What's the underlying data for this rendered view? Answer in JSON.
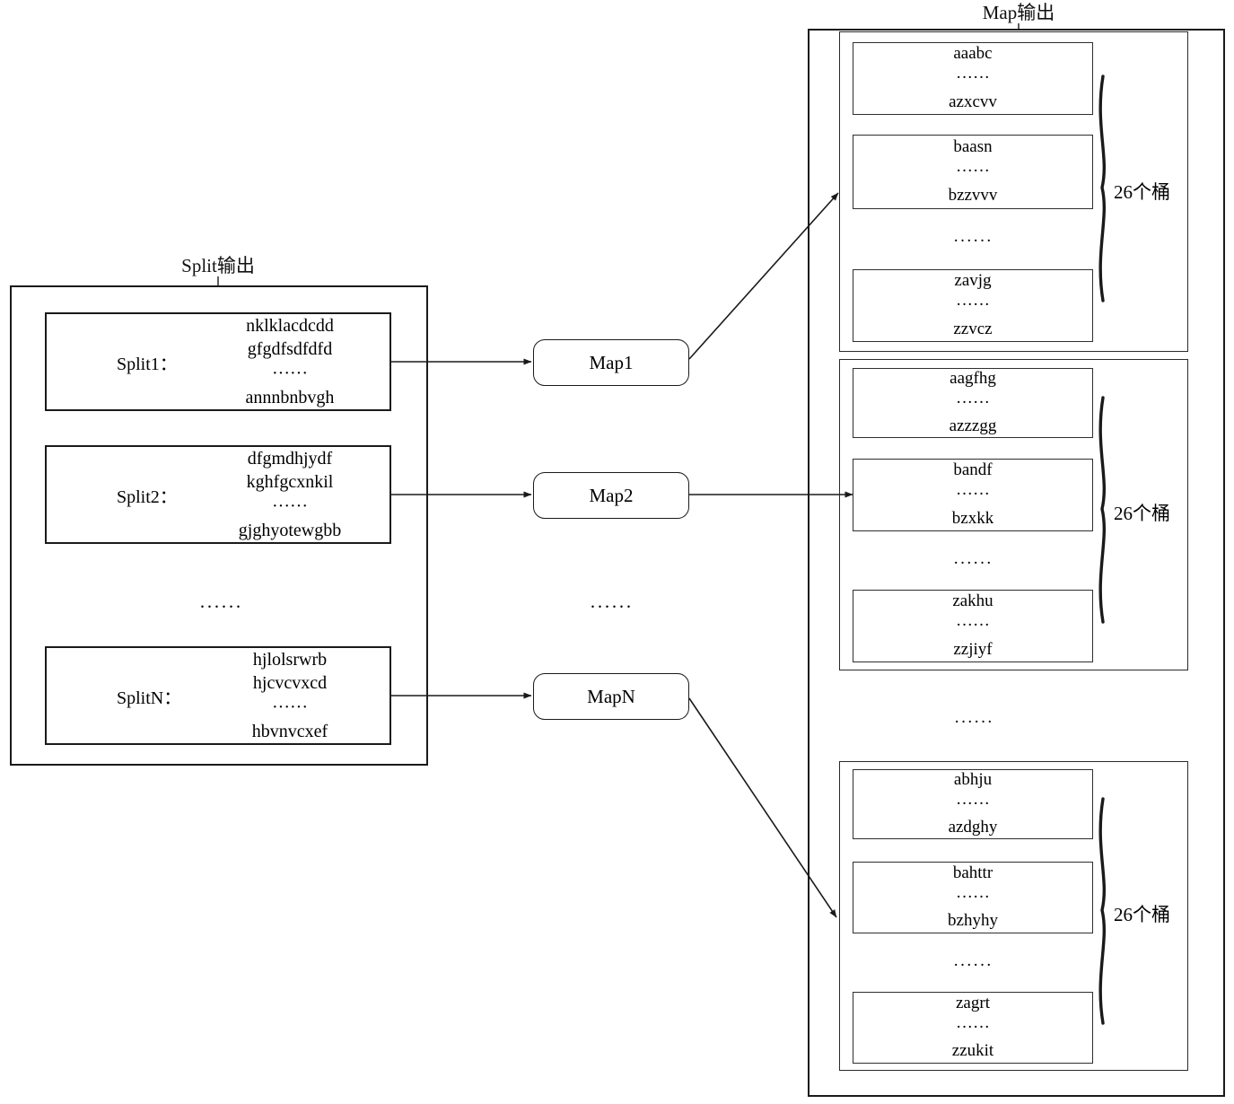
{
  "diagram": {
    "type": "mapreduce-flow",
    "split_section": {
      "title": "Split输出",
      "ellipsis": "······",
      "splits": [
        {
          "label": "Split1：",
          "lines": [
            "nklklacdcdd",
            "gfgdfsdfdfd",
            "······",
            "annnbnbvgh"
          ]
        },
        {
          "label": "Split2：",
          "lines": [
            "dfgmdhjydf",
            "kghfgcxnkil",
            "······",
            "gjghyotewgbb"
          ]
        },
        {
          "label": "SplitN：",
          "lines": [
            "hjlolsrwrb",
            "hjcvcvxcd",
            "······",
            "hbvnvcxef"
          ]
        }
      ]
    },
    "map_nodes": {
      "ellipsis": "······",
      "items": [
        {
          "label": "Map1"
        },
        {
          "label": "Map2"
        },
        {
          "label": "MapN"
        }
      ]
    },
    "map_output_section": {
      "title": "Map输出",
      "ellipsis": "······",
      "groups": [
        {
          "brace_label": "26个桶",
          "separator": "······",
          "buckets": [
            {
              "lines": [
                "aaabc",
                "······",
                "azxcvv"
              ]
            },
            {
              "lines": [
                "baasn",
                "······",
                "bzzvvv"
              ]
            },
            {
              "lines": [
                "zavjg",
                "······",
                "zzvcz"
              ]
            }
          ]
        },
        {
          "brace_label": "26个桶",
          "separator": "······",
          "buckets": [
            {
              "lines": [
                "aagfhg",
                "······",
                "azzzgg"
              ]
            },
            {
              "lines": [
                "bandf",
                "······",
                "bzxkk"
              ]
            },
            {
              "lines": [
                "zakhu",
                "······",
                "zzjiyf"
              ]
            }
          ]
        },
        {
          "brace_label": "26个桶",
          "separator": "······",
          "buckets": [
            {
              "lines": [
                "abhju",
                "······",
                "azdghy"
              ]
            },
            {
              "lines": [
                "bahttr",
                "······",
                "bzhyhy"
              ]
            },
            {
              "lines": [
                "zagrt",
                "······",
                "zzukit"
              ]
            }
          ]
        }
      ]
    },
    "colors": {
      "line": "#1a1a1a",
      "background": "#ffffff",
      "text": "#111111"
    }
  }
}
